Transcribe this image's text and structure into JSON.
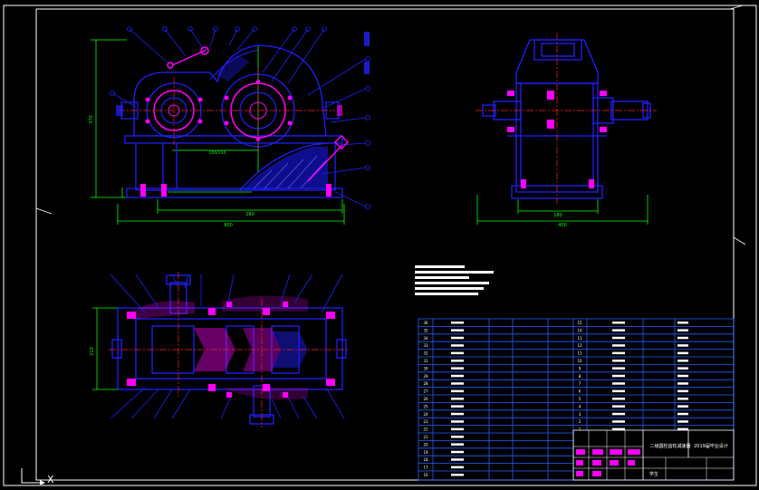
{
  "app": {
    "canvas": "model-space"
  },
  "colors": {
    "background": "#000000",
    "frame": "#ffffff",
    "outline": "#2020ff",
    "dim": "#00ff00",
    "center": "#ff2020",
    "part": "#ff00ff",
    "table_line": "#2060ff",
    "text": "#ffffff"
  },
  "title_block": {
    "name": "二级圆柱齿轮减速器",
    "drawing_no": "2019届毕业设计",
    "material": "学生"
  },
  "views": {
    "front": {
      "overall": "800",
      "center_dist": "280",
      "height": "370",
      "gear_dist": "100/150"
    },
    "side": {
      "width": "400",
      "inner": "180"
    },
    "top": {
      "width": "210"
    }
  },
  "parts_table": {
    "left_nums": [
      "36",
      "35",
      "34",
      "33",
      "32",
      "31",
      "30",
      "29",
      "28",
      "27",
      "26",
      "25",
      "24",
      "23",
      "22",
      "21",
      "20",
      "19",
      "18",
      "17",
      "16"
    ],
    "right_nums": [
      "15",
      "14",
      "13",
      "12",
      "11",
      "10",
      "9",
      "8",
      "7",
      "6",
      "5",
      "4",
      "3",
      "2",
      "1"
    ]
  },
  "ucs_icon": "ucs-xy-icon",
  "ucs_axis": "X"
}
